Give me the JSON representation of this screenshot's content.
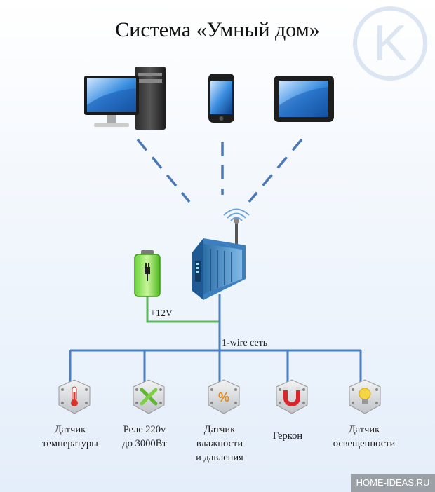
{
  "title": "Система «Умный дом»",
  "logo": {
    "letter": "K",
    "color": "#dce6f2"
  },
  "devices": {
    "computer": {
      "icon": "desktop-computer-icon"
    },
    "phone": {
      "icon": "smartphone-icon"
    },
    "tablet": {
      "icon": "tablet-icon"
    }
  },
  "hub": {
    "icon": "wireless-router-icon"
  },
  "power": {
    "icon": "battery-icon",
    "label": "+12V",
    "line_color": "#5cb85c"
  },
  "bus": {
    "label": "1-wire сеть",
    "line_color": "#4a7fc0",
    "dash_color": "#4a78b8"
  },
  "sensors": [
    {
      "icon": "thermometer-icon",
      "lines": [
        "Датчик",
        "температуры"
      ]
    },
    {
      "icon": "relay-icon",
      "lines": [
        "Реле 220v",
        "до 3000Вт"
      ]
    },
    {
      "icon": "humidity-percent-icon",
      "lines": [
        "Датчик",
        "влажности",
        "и давления"
      ]
    },
    {
      "icon": "magnet-icon",
      "lines": [
        "Геркон"
      ]
    },
    {
      "icon": "light-bulb-icon",
      "lines": [
        "Датчик",
        "освещенности"
      ]
    }
  ],
  "watermark": "HOME-IDEAS.RU"
}
